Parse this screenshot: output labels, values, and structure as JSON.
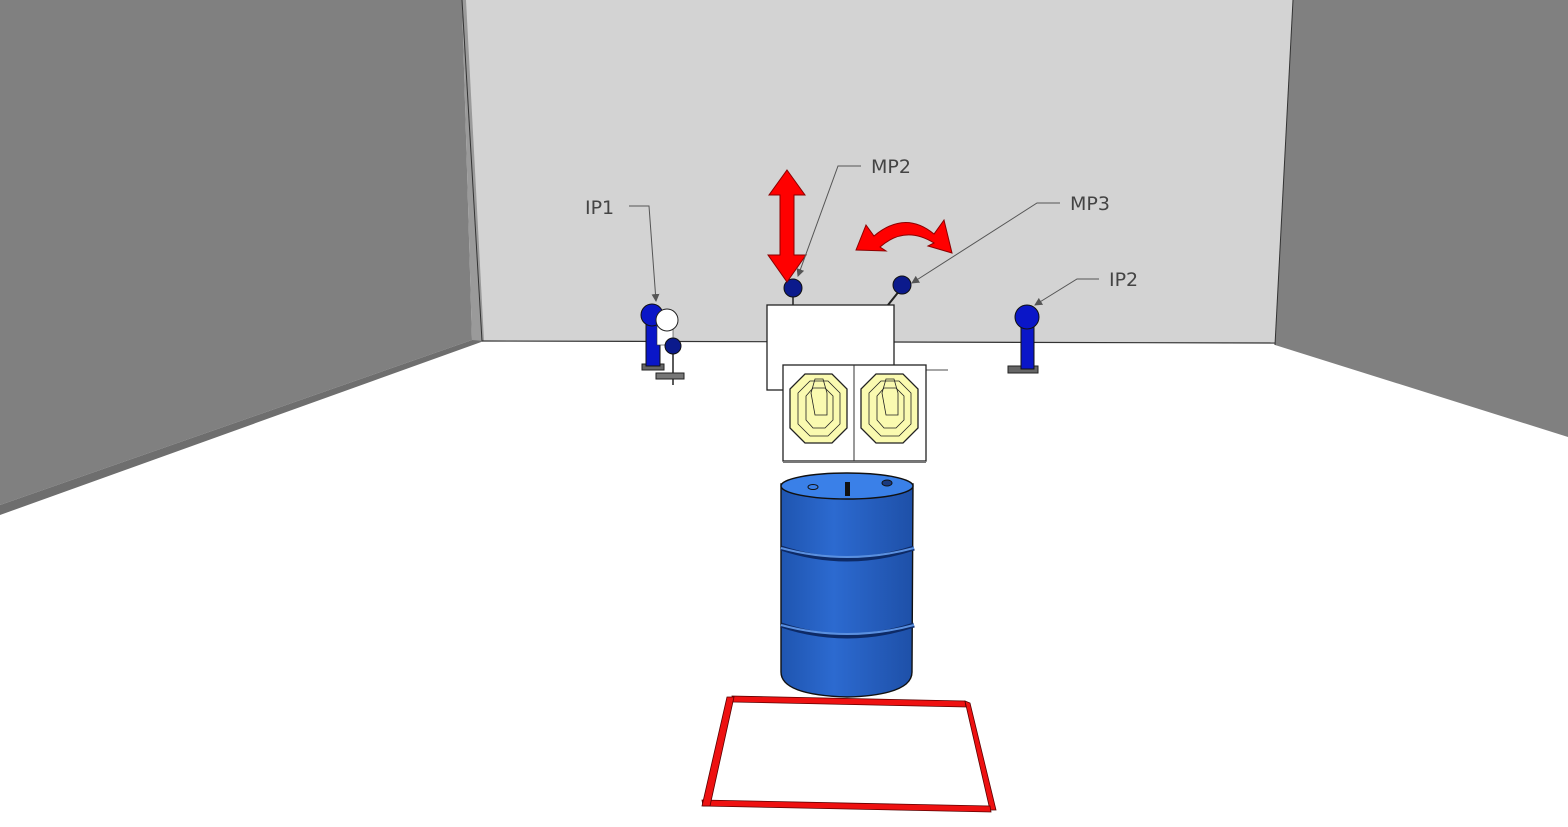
{
  "scene": {
    "labels": {
      "ip1": "IP1",
      "ip2": "IP2",
      "mp2": "MP2",
      "mp3": "MP3"
    },
    "colors": {
      "back_wall": "#d3d3d3",
      "side_wall": "#808080",
      "floor": "#ffffff",
      "target_blue": "#0a16c8",
      "popper_head": "#0b1a8c",
      "arrow_red": "#ff0000",
      "barrel_blue": "#2a66c8",
      "steel_yellow": "#fafab0",
      "fault_box_red": "#ee1111"
    }
  }
}
